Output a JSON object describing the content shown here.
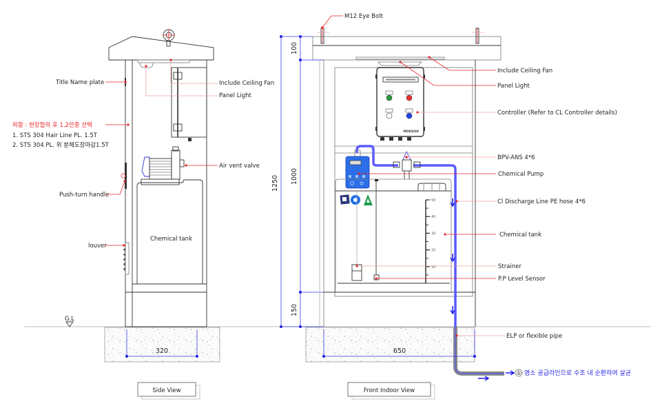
{
  "drawing": {
    "views": {
      "side": {
        "title": "Side View",
        "labels": {
          "title_name_plate": "Title Name plate",
          "include_ceiling_fan": "Include Ceiling Fan",
          "panel_light": "Panel Light",
          "air_vent_valve": "Air vent valve",
          "push_turn_handle": "Push-turn handle",
          "louver": "louver",
          "chemical_tank": "Chemical tank",
          "ground_level": "G.L"
        },
        "material_note": {
          "heading": "외함 : 현장협의 후 1,2안중 선택",
          "option_1": "1. STS 304 Hair Line PL. 1.5T",
          "option_2": "2. STS 304 PL. 위 분체도장마감1.5T"
        },
        "dimensions": {
          "width": "320"
        }
      },
      "front": {
        "title": "Front Indoor View",
        "labels": {
          "eye_bolt": "M12  Eye Bolt",
          "include_ceiling_fan": "Include Ceiling Fan",
          "panel_light": "Panel Light",
          "controller": "Controller (Refer to CL Controller details)",
          "bpv": "BPV-ANS 4*6",
          "chemical_pump": "Chemical Pump",
          "discharge_line": "Cl Discharge Line PE hose 4*6",
          "chemical_tank": "Chemical tank",
          "strainer": "Strainer",
          "level_sensor": "P.P Level Sensor",
          "elp_pipe": "ELP or flexible pipe"
        },
        "controller_brand": "MOKSOO",
        "tank_scale": [
          "50",
          "40",
          "30",
          "20",
          "10"
        ],
        "dimensions": {
          "total_height": "1250",
          "roof": "100",
          "body": "1000",
          "base": "150",
          "width": "650"
        },
        "outlet_note": {
          "marker": "①",
          "text": "염소 공급라인으로 수조 내 순환하여 살균"
        }
      }
    },
    "colors": {
      "leader": "#e8282b",
      "dimension": "#3a3aee",
      "hose": "#5a5aff",
      "outline": "#333333"
    }
  }
}
